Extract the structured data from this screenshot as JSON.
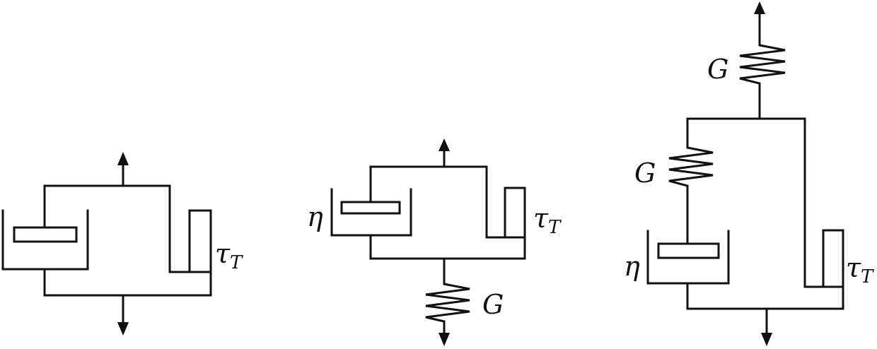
{
  "labels": {
    "tau": "τ",
    "tau_sub": "T",
    "eta": "η",
    "shear_modulus": "G"
  },
  "colors": {
    "ink": "#111111",
    "background": "#ffffff"
  }
}
